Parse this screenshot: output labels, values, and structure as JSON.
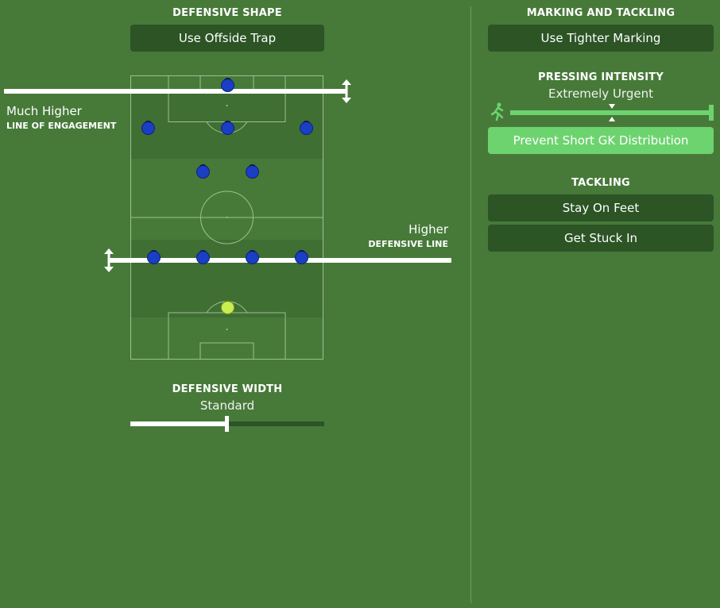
{
  "defensive_shape": {
    "heading": "DEFENSIVE SHAPE",
    "offside_trap_label": "Use Offside Trap",
    "engagement_value": "Much Higher",
    "engagement_label": "LINE OF ENGAGEMENT",
    "defline_value": "Higher",
    "defline_label": "DEFENSIVE LINE"
  },
  "defensive_width": {
    "heading": "DEFENSIVE WIDTH",
    "value": "Standard",
    "level": 0.5
  },
  "marking_tackling": {
    "heading": "MARKING AND TACKLING",
    "tighter_marking_label": "Use Tighter Marking"
  },
  "pressing_intensity": {
    "heading": "PRESSING INTENSITY",
    "value": "Extremely Urgent",
    "level": 1.0,
    "gk_distribution_label": "Prevent Short GK Distribution",
    "icon": "running-player-icon"
  },
  "tackling": {
    "heading": "TACKLING",
    "options": [
      "Stay On Feet",
      "Get Stuck In"
    ]
  },
  "colors": {
    "background": "#477a39",
    "button": "#2c5425",
    "active_button": "#6dd36f",
    "player": "#1a3fc4",
    "goalkeeper": "#c9ee4f"
  }
}
